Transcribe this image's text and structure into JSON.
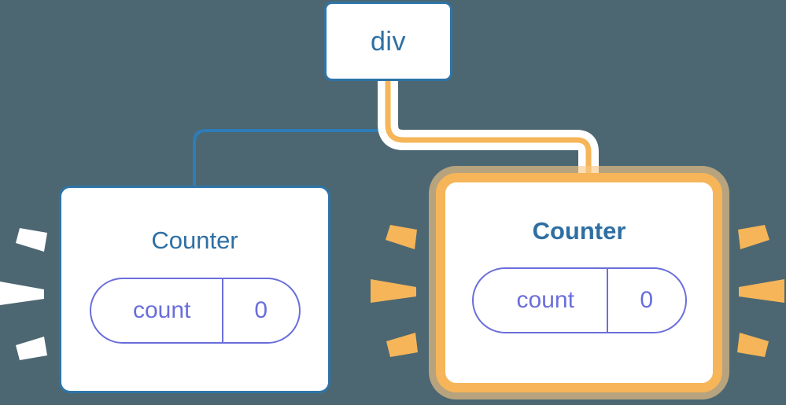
{
  "diagram": {
    "title": "React component tree re-render highlight",
    "type": "component-tree",
    "background_color": "#4c6771"
  },
  "colors": {
    "background": "#4c6771",
    "node_border_blue": "#2e74a8",
    "node_text_blue": "#2e6fa3",
    "state_pill_purple": "#6a6edb",
    "highlight_orange": "#f6b559",
    "highlight_glow": "#f8c886",
    "node_fill": "#ffffff",
    "ray_white": "#ffffff",
    "ray_orange": "#f6b559",
    "wire_blue": "#2e7cb8",
    "wire_orange": "#f6b559",
    "wire_halo": "#ffffff"
  },
  "nodes": {
    "root": {
      "label": "div",
      "highlighted": false
    },
    "counter_left": {
      "label": "Counter",
      "highlighted": false,
      "bold": false,
      "state": {
        "key": "count",
        "value": "0"
      },
      "burst_color": "#ffffff",
      "burst_rays": 3
    },
    "counter_right": {
      "label": "Counter",
      "highlighted": true,
      "bold": true,
      "state": {
        "key": "count",
        "value": "0"
      },
      "burst_color": "#f6b559",
      "burst_rays": 6
    }
  },
  "edges": [
    {
      "name": "div-to-counter-left",
      "from": "div",
      "to": "Counter",
      "color": "#2e7cb8",
      "highlighted": false
    },
    {
      "name": "div-to-counter-right",
      "from": "div",
      "to": "Counter",
      "color": "#f6b559",
      "highlighted": true
    }
  ]
}
